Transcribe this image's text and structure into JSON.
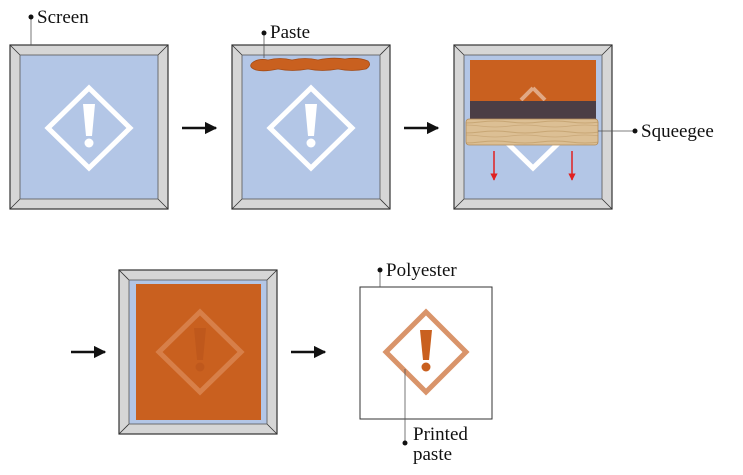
{
  "labels": {
    "screen": "Screen",
    "paste": "Paste",
    "squeegee": "Squeegee",
    "polyester": "Polyester",
    "printed_line1": "Printed",
    "printed_line2": "paste"
  },
  "colors": {
    "screen_mesh": "#b3c6e6",
    "frame": "#d6d6d6",
    "paste": "#c9601f",
    "squeegee_wood": "#dcbf94",
    "squeegee_rubber": "#4b3e45",
    "arrow_red": "#e02020",
    "printed_paste": "#d9946a"
  },
  "icons": {
    "warning": "warning-diamond-icon",
    "flow_arrow": "arrow-right-icon",
    "motion_arrow": "arrow-down-icon"
  }
}
